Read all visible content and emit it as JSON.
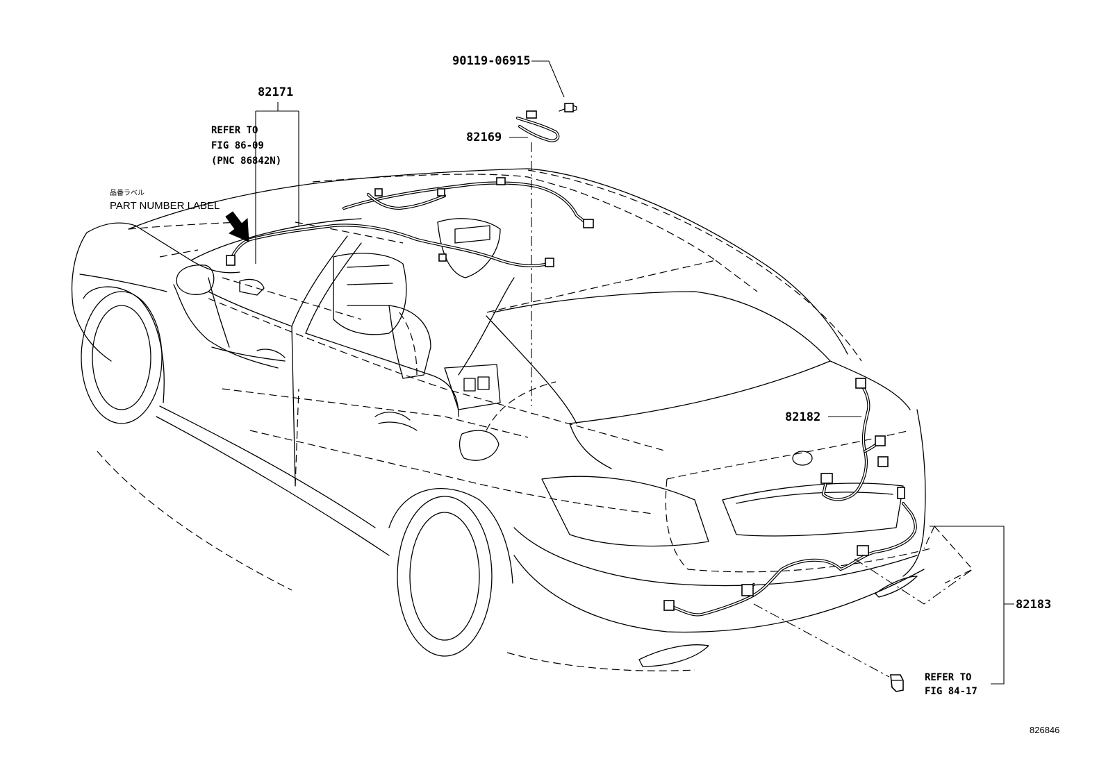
{
  "diagram": {
    "image_code": "826846",
    "part_labels": {
      "bolt": "90119-06915",
      "harness_82169": "82169",
      "harness_82171": "82171",
      "harness_82182": "82182",
      "harness_82183": "82183"
    },
    "notes": {
      "refer_86_line1": "REFER TO",
      "refer_86_line2": "FIG 86-09",
      "refer_86_line3": "(PNC 86842N)",
      "label_jp": "品番ラベル",
      "label_en": "PART NUMBER LABEL",
      "refer_84_line1": "REFER TO",
      "refer_84_line2": "FIG 84-17"
    }
  }
}
